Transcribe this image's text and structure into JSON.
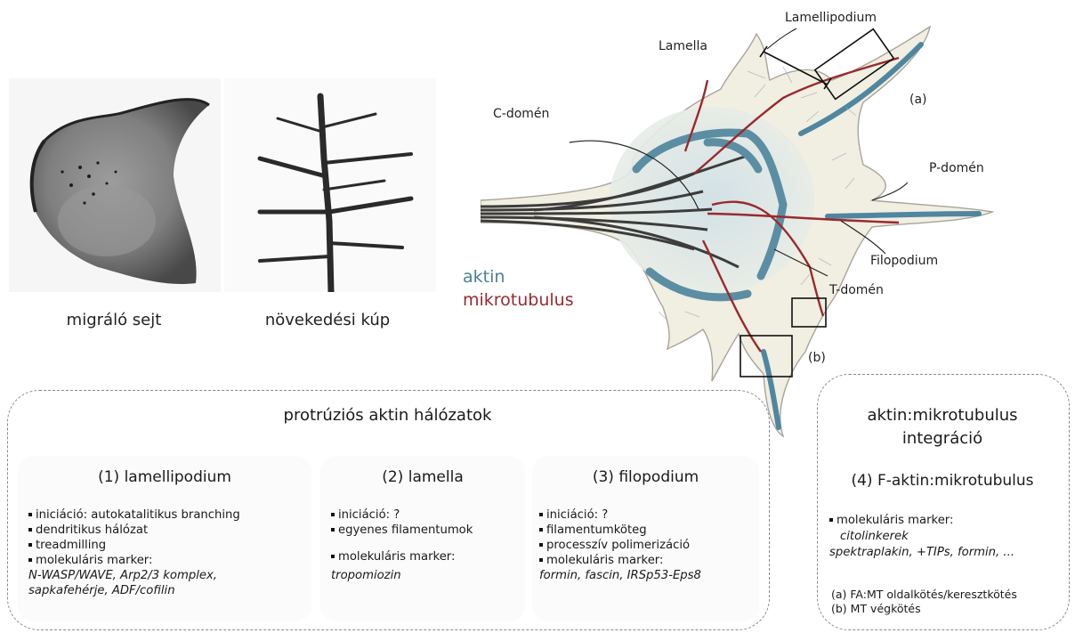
{
  "images": {
    "left_caption": "migráló sejt",
    "right_caption": "növekedési kúp"
  },
  "diagram": {
    "labels": {
      "lamellipodium": "Lamellipodium",
      "lamella": "Lamella",
      "c_domain": "C-domén",
      "p_domain": "P-domén",
      "filopodium": "Filopodium",
      "t_domain": "T-domén",
      "box_a": "(a)",
      "box_b": "(b)"
    },
    "legend": {
      "aktin": "aktin",
      "mikrotubulus": "mikrotubulus"
    },
    "colors": {
      "aktin": "#4a7f96",
      "mikrotubulus": "#9a2a2e",
      "cell": "#f2efe4"
    }
  },
  "protrusion_panel": {
    "title": "protrúziós aktin hálózatok",
    "lamellipodium": {
      "number": "(1)",
      "name": "lamellipodium",
      "bullets": [
        "iniciáció: autokatalitikus branching",
        "dendritikus hálózat",
        "treadmilling",
        "molekuláris marker:"
      ],
      "markers_line1": "N-WASP/WAVE, Arp2/3 komplex,",
      "markers_line2": "sapkafehérje, ADF/cofilin"
    },
    "lamella": {
      "number": "(2)",
      "name": "lamella",
      "bullets": [
        "iniciáció: ?",
        "egyenes filamentumok",
        "molekuláris marker:"
      ],
      "markers_line1": "tropomiozin"
    },
    "filopodium": {
      "number": "(3)",
      "name": "filopodium",
      "bullets": [
        "iniciáció: ?",
        "filamentumköteg",
        "processzív polimerizáció",
        "molekuláris marker:"
      ],
      "markers_line1": "formin, fascin, IRSp53-Eps8"
    }
  },
  "integration_panel": {
    "title_line1": "aktin:mikrotubulus",
    "title_line2": "integráció",
    "subtitle_number": "(4)",
    "subtitle_name": "F-aktin:mikrotubulus",
    "bullets": [
      "molekuláris marker:"
    ],
    "markers_line1": "citolinkerek",
    "markers_line2": "spektraplakin, +TIPs, formin, ...",
    "note_a": "(a) FA:MT oldalkötés/keresztkötés",
    "note_b": "(b) MT végkötés"
  }
}
